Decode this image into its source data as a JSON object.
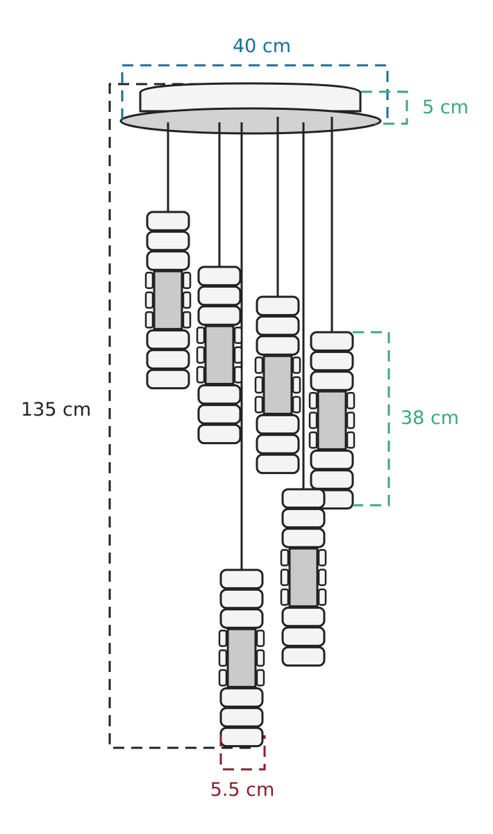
{
  "dimensions": {
    "width": {
      "label": "40 cm",
      "color": "#1a6e96"
    },
    "height": {
      "label": "5 cm",
      "color": "#3aa97a"
    },
    "drop": {
      "label": "135 cm",
      "color": "#222222"
    },
    "shade_length": {
      "label": "38 cm",
      "color": "#3aa97a"
    },
    "shade_diameter": {
      "label": "5.5 cm",
      "color": "#8b1d2c"
    }
  },
  "colors": {
    "outline": "#222222",
    "canopy_fill": "#f4f4f4",
    "canopy_bottom": "#d2d2d2",
    "ring_fill": "#f4f4f4",
    "glass_fill": "#cacaca"
  }
}
